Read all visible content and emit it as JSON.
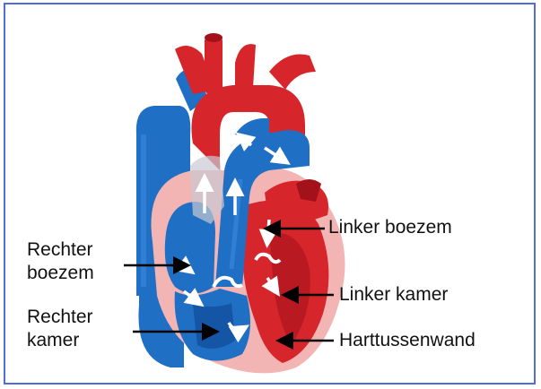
{
  "labels": {
    "right_atrium_line1": "Rechter",
    "right_atrium_line2": "boezem",
    "right_ventricle_line1": "Rechter",
    "right_ventricle_line2": "kamer",
    "left_atrium": "Linker boezem",
    "left_ventricle": "Linker kamer",
    "septum": "Harttussenwand"
  },
  "colors": {
    "frame_border": "#4f6fd6",
    "red": "#d6252b",
    "dark_red": "#a3121a",
    "blue": "#1f6fc4",
    "dark_blue": "#0c3f8c",
    "pink": "#f3b4b4",
    "arrow": "#000000"
  }
}
